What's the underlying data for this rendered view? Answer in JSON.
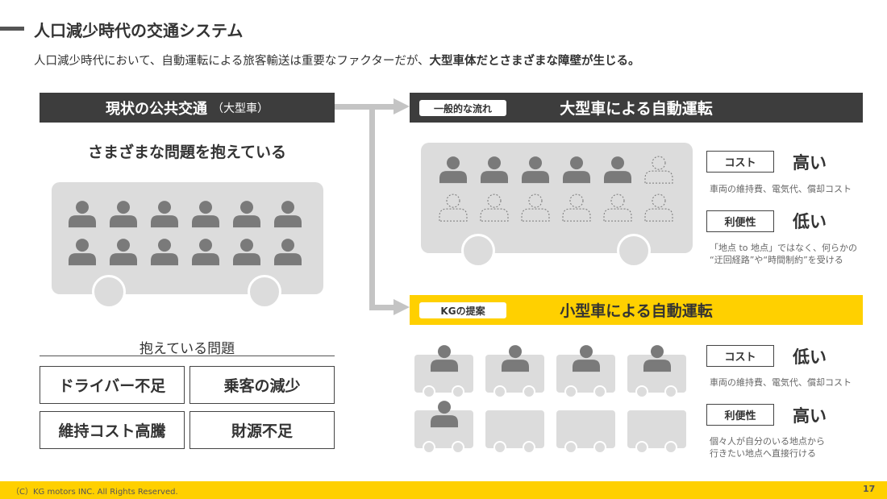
{
  "header": {
    "title": "人口減少時代の交通システム",
    "subtitle_plain": "人口減少時代において、自動運転による旅客輸送は重要なファクターだが、",
    "subtitle_bold": "大型車体だとさまざまな障壁が生じる。"
  },
  "left": {
    "header_main": "現状の公共交通",
    "header_sub": "（大型車）",
    "caption": "さまざまな問題を抱えている",
    "problems_label": "抱えている問題",
    "problems": [
      "ドライバー不足",
      "乗客の減少",
      "維持コスト高騰",
      "財源不足"
    ]
  },
  "large_section": {
    "tag": "一般的な流れ",
    "title": "大型車による自動運転",
    "metrics": [
      {
        "label": "コスト",
        "value": "高い",
        "note_lines": [
          "車両の維持費、電気代、償却コスト"
        ]
      },
      {
        "label": "利便性",
        "value": "低い",
        "note_lines": [
          "「地点 to 地点」ではなく、何らかの",
          "“迂回経路”や“時間制約”を受ける"
        ]
      }
    ]
  },
  "small_section": {
    "tag": "KGの提案",
    "title": "小型車による自動運転",
    "metrics": [
      {
        "label": "コスト",
        "value": "低い",
        "note_lines": [
          "車両の維持費、電気代、償却コスト"
        ]
      },
      {
        "label": "利便性",
        "value": "高い",
        "note_lines": [
          "個々人が自分のいる地点から",
          "行きたい地点へ直接行ける"
        ]
      }
    ]
  },
  "footer": {
    "copyright": "（C）KG motors INC. All Rights Reserved.",
    "page_number": "17"
  },
  "colors": {
    "dark_header": "#3d3d3d",
    "accent_yellow": "#ffd000",
    "vehicle_gray": "#dcdcdc",
    "person_gray": "#7a7a7a"
  },
  "icons": {
    "passenger": "person-icon",
    "empty_seat": "empty-seat-icon",
    "arrow": "arrow-right-icon"
  }
}
